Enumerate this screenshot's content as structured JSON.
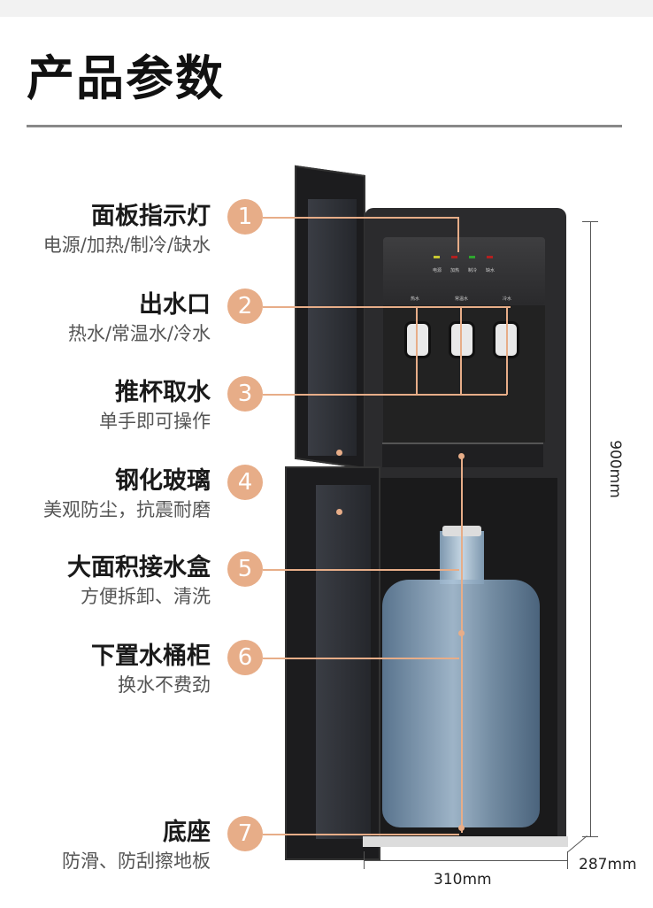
{
  "title": "产品参数",
  "features": [
    {
      "num": "1",
      "title": "面板指示灯",
      "sub": "电源/加热/制冷/缺水"
    },
    {
      "num": "2",
      "title": "出水口",
      "sub": "热水/常温水/冷水"
    },
    {
      "num": "3",
      "title": "推杯取水",
      "sub": "单手即可操作"
    },
    {
      "num": "4",
      "title": "钢化玻璃",
      "sub": "美观防尘，抗震耐磨"
    },
    {
      "num": "5",
      "title": "大面积接水盒",
      "sub": "方便拆卸、清洗"
    },
    {
      "num": "6",
      "title": "下置水桶柜",
      "sub": "换水不费劲"
    },
    {
      "num": "7",
      "title": "底座",
      "sub": "防滑、防刮擦地板"
    }
  ],
  "panel_labels": [
    "电源",
    "加热",
    "制冷",
    "缺水"
  ],
  "spout_labels": [
    "热水",
    "常温水",
    "冷水"
  ],
  "dimensions": {
    "height": "900mm",
    "width": "310mm",
    "depth": "287mm"
  },
  "colors": {
    "accent": "#e7ad88"
  }
}
